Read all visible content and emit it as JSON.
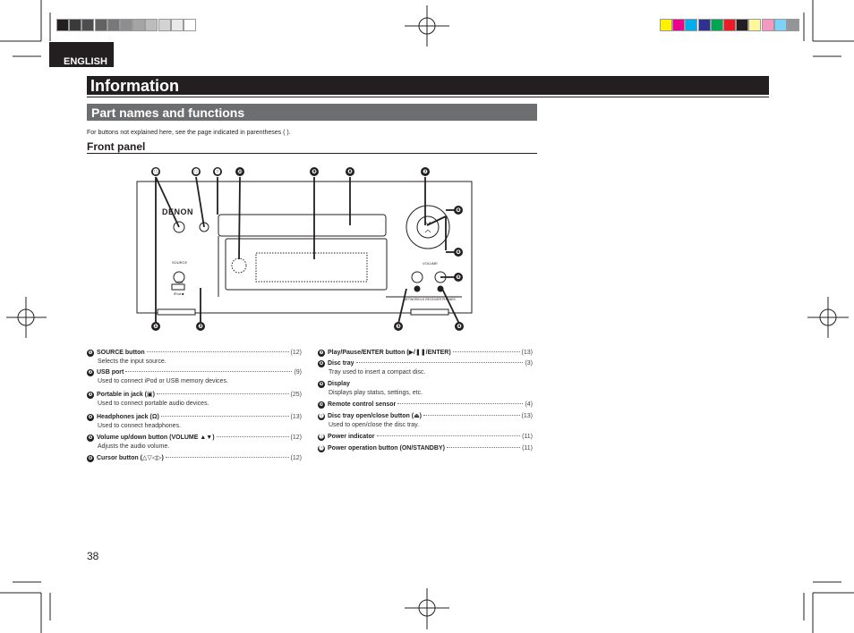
{
  "colors": {
    "grayscale_bar": [
      "#231f20",
      "#3a3a3a",
      "#4d4d4f",
      "#626264",
      "#787879",
      "#8e8e90",
      "#a5a5a6",
      "#bcbcbd",
      "#d3d3d4",
      "#e9e9ea",
      "#ffffff"
    ],
    "color_bar": [
      "#fff200",
      "#ec008c",
      "#00aeef",
      "#2e3192",
      "#00a651",
      "#ed1c24",
      "#231f20",
      "#fff799",
      "#f49ac1",
      "#7dd3f7",
      "#939598"
    ],
    "dark": "#231f20",
    "section": "#6d6e70"
  },
  "language_tab": "ENGLISH",
  "title": "Information",
  "section_title": "Part names and functions",
  "intro": "For buttons not explained here, see the page indicated in parentheses (  ).",
  "subheading": "Front panel",
  "page_number": "38",
  "device": {
    "brand": "DENON",
    "source_label": "SOURCE",
    "usb_label": "USB",
    "iod_label": "iPod ■",
    "volume_label": "VOLUME",
    "jack_labels": "NETWORK/LS RECEIVER PHONES"
  },
  "callouts": [
    "⓭",
    "⓬",
    "⓫",
    "❿",
    "❾",
    "❽",
    "❼",
    "❻",
    "❻",
    "❺",
    "❶",
    "❷",
    "❸",
    "❹"
  ],
  "legend_left": [
    {
      "num": "❶",
      "name": "SOURCE button",
      "ref": "(12)",
      "desc": "Selects the input source."
    },
    {
      "num": "❷",
      "name": "USB port",
      "ref": "(9)",
      "desc": "Used to connect iPod or USB memory devices."
    },
    {
      "num": "❸",
      "name": "Portable in jack (▣)",
      "ref": "(25)",
      "desc": "Used to connect portable audio devices."
    },
    {
      "num": "❹",
      "name": "Headphones jack (Ω)",
      "ref": "(13)",
      "desc": "Used to connect headphones."
    },
    {
      "num": "❺",
      "name": "Volume up/down button (VOLUME ▲▼)",
      "ref": "(12)",
      "desc": "Adjusts the audio volume."
    },
    {
      "num": "❻",
      "name": "Cursor button (△▽◁▷)",
      "ref": "(12)",
      "desc": ""
    }
  ],
  "legend_right": [
    {
      "num": "❼",
      "name": "Play/Pause/ENTER button (▶/❚❚/ENTER)",
      "ref": "(13)",
      "desc": ""
    },
    {
      "num": "❽",
      "name": "Disc tray",
      "ref": "(3)",
      "desc": "Tray used to insert a compact disc."
    },
    {
      "num": "❾",
      "name": "Display",
      "ref": "",
      "desc": "Displays play status, settings, etc."
    },
    {
      "num": "❿",
      "name": "Remote control sensor",
      "ref": "(4)",
      "desc": ""
    },
    {
      "num": "⓫",
      "name": "Disc tray open/close button (⏏)",
      "ref": "(13)",
      "desc": "Used to open/close the disc tray."
    },
    {
      "num": "⓬",
      "name": "Power indicator",
      "ref": "(11)",
      "desc": ""
    },
    {
      "num": "⓭",
      "name": "Power operation button (ON/STANDBY)",
      "ref": "(11)",
      "desc": ""
    }
  ]
}
